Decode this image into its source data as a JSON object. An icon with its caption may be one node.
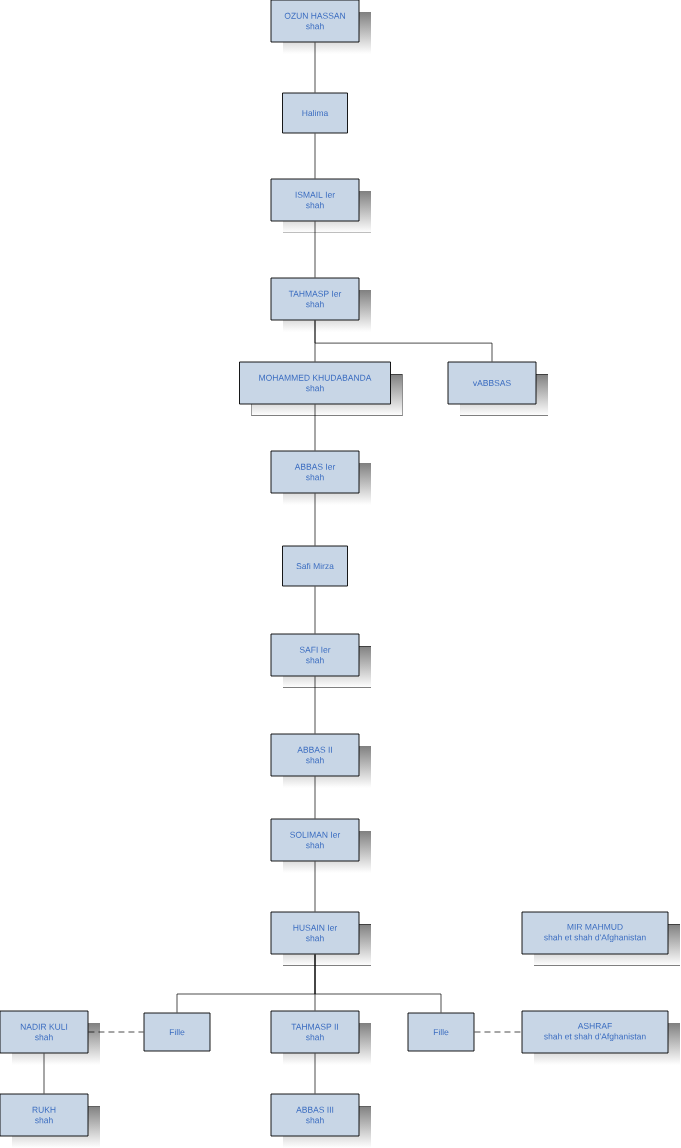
{
  "diagram": {
    "nodes": [
      {
        "text": [
          "OZUN HASSAN",
          "shah"
        ]
      },
      {
        "text": [
          "Halima"
        ]
      },
      {
        "text": [
          "ISMAIL Ier",
          "shah"
        ]
      },
      {
        "text": [
          "TAHMASP Ier",
          "shah"
        ]
      },
      {
        "text": [
          "MOHAMMED KHUDABANDA",
          "shah"
        ]
      },
      {
        "text": [
          "vABBSAS"
        ]
      },
      {
        "text": [
          "ABBAS Ier",
          "shah"
        ]
      },
      {
        "text": [
          "Safi Mirza"
        ]
      },
      {
        "text": [
          "SAFI Ier",
          "shah"
        ]
      },
      {
        "text": [
          "ABBAS II",
          "shah"
        ]
      },
      {
        "text": [
          "SOLIMAN Ier",
          "shah"
        ]
      },
      {
        "text": [
          "HUSAIN Ier",
          "shah"
        ]
      },
      {
        "text": [
          "MIR MAHMUD",
          "shah et shah d'Afghanistan"
        ]
      },
      {
        "text": [
          "NADIR KULI",
          "shah"
        ]
      },
      {
        "text": [
          "Fille"
        ]
      },
      {
        "text": [
          "TAHMASP II",
          "shah"
        ]
      },
      {
        "text": [
          "Fille"
        ]
      },
      {
        "text": [
          "ASHRAF",
          "shah et shah d'Afghanistan"
        ]
      },
      {
        "text": [
          "RUKH",
          "shah"
        ]
      },
      {
        "text": [
          "ABBAS III",
          "shah"
        ]
      }
    ],
    "edges": [
      {
        "from": 0,
        "to": 1,
        "arrow": "none"
      },
      {
        "from": 1,
        "to": 2,
        "arrow": "none"
      },
      {
        "from": 2,
        "to": 3,
        "arrow": "none"
      },
      {
        "from": 3,
        "to": 4,
        "arrow": "none"
      },
      {
        "from": 3,
        "to": 5,
        "arrow": "none"
      },
      {
        "from": 4,
        "to": 6,
        "arrow": "none"
      },
      {
        "from": 6,
        "to": 7,
        "arrow": "none"
      },
      {
        "from": 7,
        "to": 8,
        "arrow": "none"
      },
      {
        "from": 8,
        "to": 9,
        "arrow": "none"
      },
      {
        "from": 9,
        "to": 10,
        "arrow": "none"
      },
      {
        "from": 10,
        "to": 11,
        "arrow": "none"
      },
      {
        "from": 11,
        "to": 14,
        "arrow": "none"
      },
      {
        "from": 11,
        "to": 15,
        "arrow": "none"
      },
      {
        "from": 11,
        "to": 16,
        "arrow": "none"
      },
      {
        "from": 13,
        "to": 14,
        "arrow": "none",
        "style": "dashed"
      },
      {
        "from": 16,
        "to": 17,
        "arrow": "none",
        "style": "dashed"
      },
      {
        "from": 13,
        "to": 18,
        "arrow": "none"
      },
      {
        "from": 15,
        "to": 19,
        "arrow": "none"
      }
    ]
  }
}
